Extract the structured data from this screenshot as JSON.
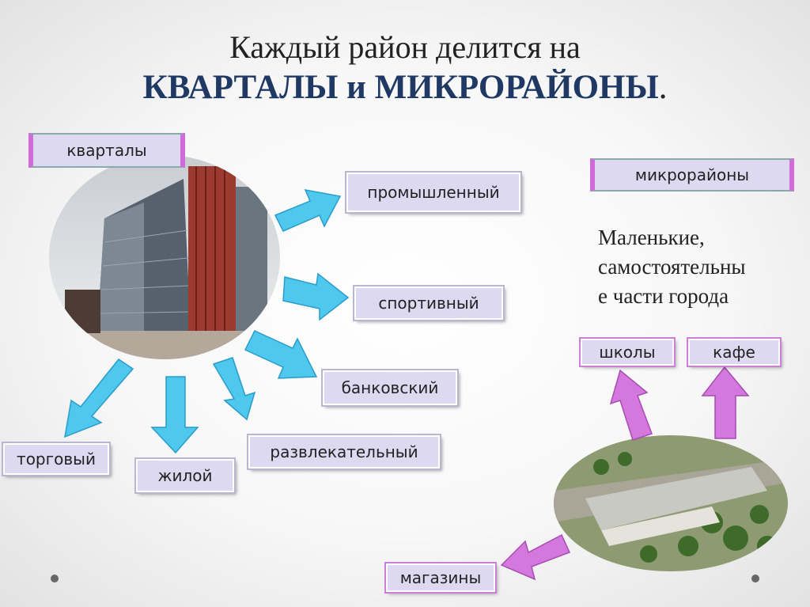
{
  "title": {
    "line1": "Каждый район  делится на",
    "line2": "КВАРТАЛЫ  и МИКРОРАЙОНЫ",
    "line2_end": "."
  },
  "left": {
    "header": "кварталы",
    "items": [
      "промышленный",
      "спортивный",
      "банковский",
      "развлекательный",
      "жилой",
      "торговый"
    ]
  },
  "right": {
    "header": "микрорайоны",
    "description": [
      "Маленькие,",
      "самостоятельны",
      "е части города"
    ],
    "items": [
      "школы",
      "кафе",
      "магазины"
    ]
  },
  "colors": {
    "blue_arrow": "#4fc8ee",
    "pink_arrow": "#d06bdb",
    "title_blue": "#1f3864",
    "box_fill": "#dcd9f0"
  }
}
